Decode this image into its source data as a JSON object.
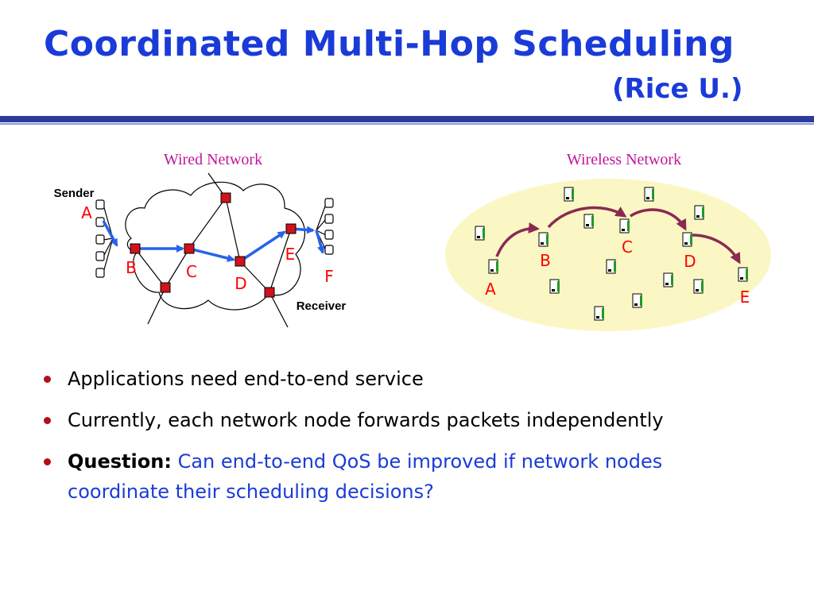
{
  "slide": {
    "title": "Coordinated Multi-Hop Scheduling",
    "subtitle": "(Rice U.)"
  },
  "wired": {
    "heading": "Wired Network",
    "sender_label": "Sender",
    "receiver_label": "Receiver",
    "nodes": [
      "A",
      "B",
      "C",
      "D",
      "E",
      "F"
    ]
  },
  "wireless": {
    "heading": "Wireless Network",
    "nodes": [
      "A",
      "B",
      "C",
      "D",
      "E"
    ]
  },
  "bullets": [
    {
      "text": "Applications need end-to-end service"
    },
    {
      "text": "Currently, each network node forwards packets independently"
    },
    {
      "lead": "Question:",
      "text": "Can end-to-end QoS be improved if network nodes coordinate their scheduling decisions?"
    }
  ],
  "colors": {
    "title": "#1a3bd8",
    "heading": "#c0179a",
    "label": "#ff0000",
    "router": "#d0121b",
    "link_arrow": "#2563eb",
    "wireless_arrow": "#8a2a52",
    "wireless_area": "#fbf7c4"
  }
}
